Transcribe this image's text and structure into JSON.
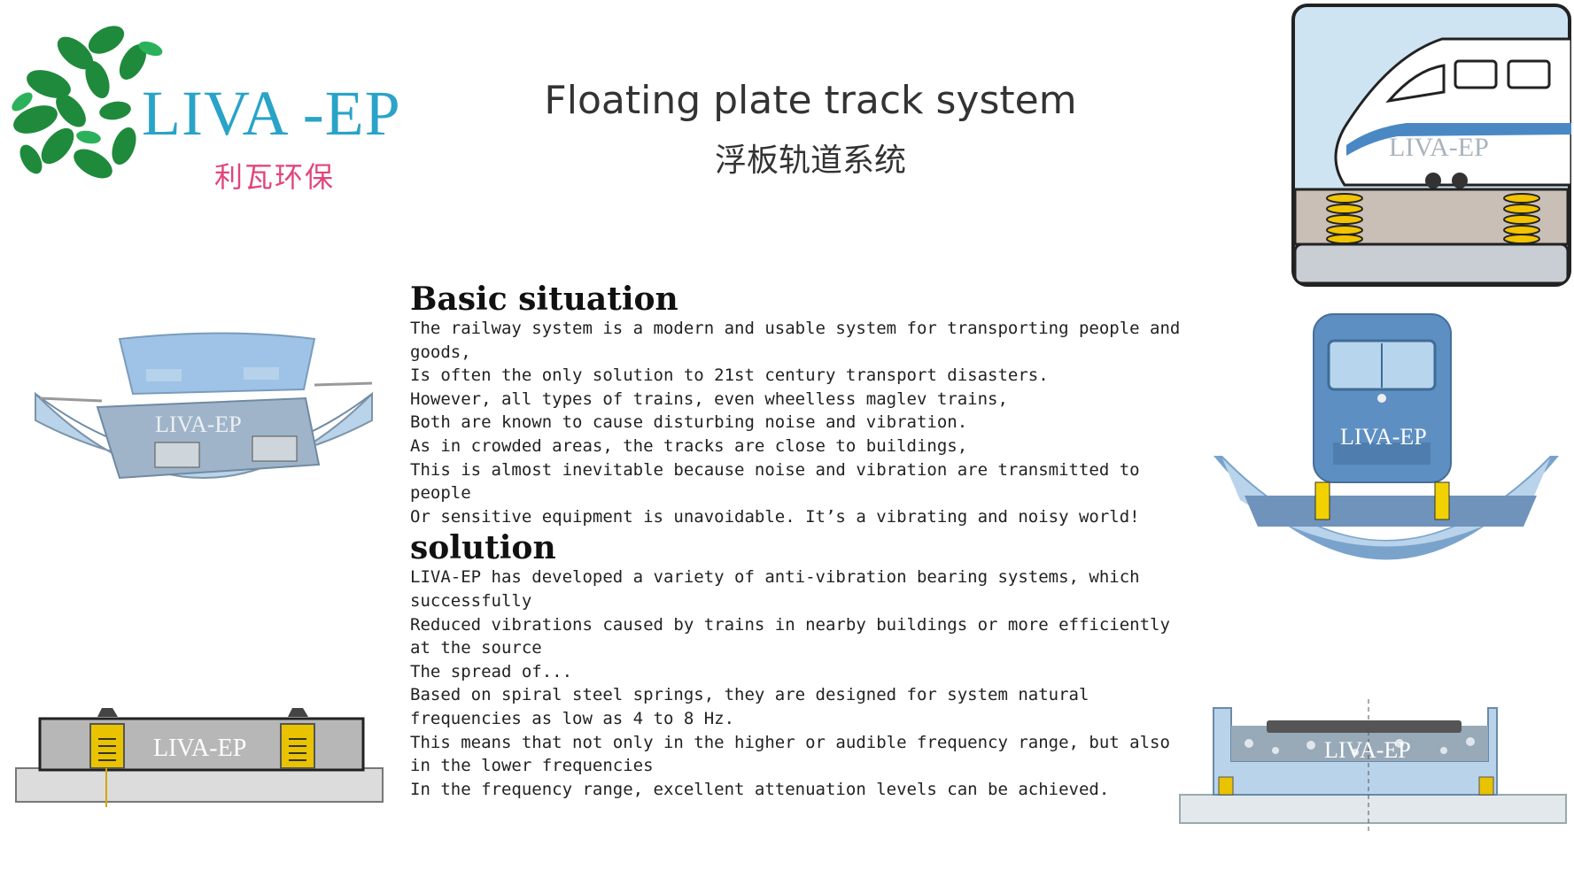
{
  "logo": {
    "name": "LIVA -EP",
    "name_cn": "利瓦环保"
  },
  "title": {
    "en": "Floating plate track system",
    "cn": "浮板轨道系统"
  },
  "watermark": "LIVA-EP",
  "sections": [
    {
      "heading": "Basic situation",
      "lines": [
        "The railway system is a modern and usable system for transporting people and",
        "goods,",
        "Is often the only solution to 21st century transport disasters.",
        "However, all types of trains, even wheelless maglev trains,",
        "Both are known to cause disturbing noise and vibration.",
        "As in crowded areas, the tracks are close to buildings,",
        "This is almost inevitable because noise and vibration are transmitted to",
        "people",
        "Or sensitive equipment is unavoidable. It’s a vibrating and noisy world!"
      ]
    },
    {
      "heading": "solution",
      "lines": [
        "LIVA-EP has developed a variety of anti-vibration bearing systems, which",
        "successfully",
        "Reduced vibrations caused by trains in nearby buildings or more efficiently",
        "at the source",
        "The spread of...",
        "Based on spiral steel springs, they are designed for system natural",
        "frequencies as low as 4 to 8 Hz.",
        "This means that not only in the higher or audible frequency range, but also",
        "in the lower frequencies",
        "In the frequency range, excellent attenuation levels can be achieved."
      ]
    }
  ],
  "colors": {
    "logo_text": "#2aa3c8",
    "logo_cn": "#e0457d",
    "leaf": "#1f8a3c",
    "diagram_blue": "#b9d3ea",
    "spring": "#f2c300"
  }
}
